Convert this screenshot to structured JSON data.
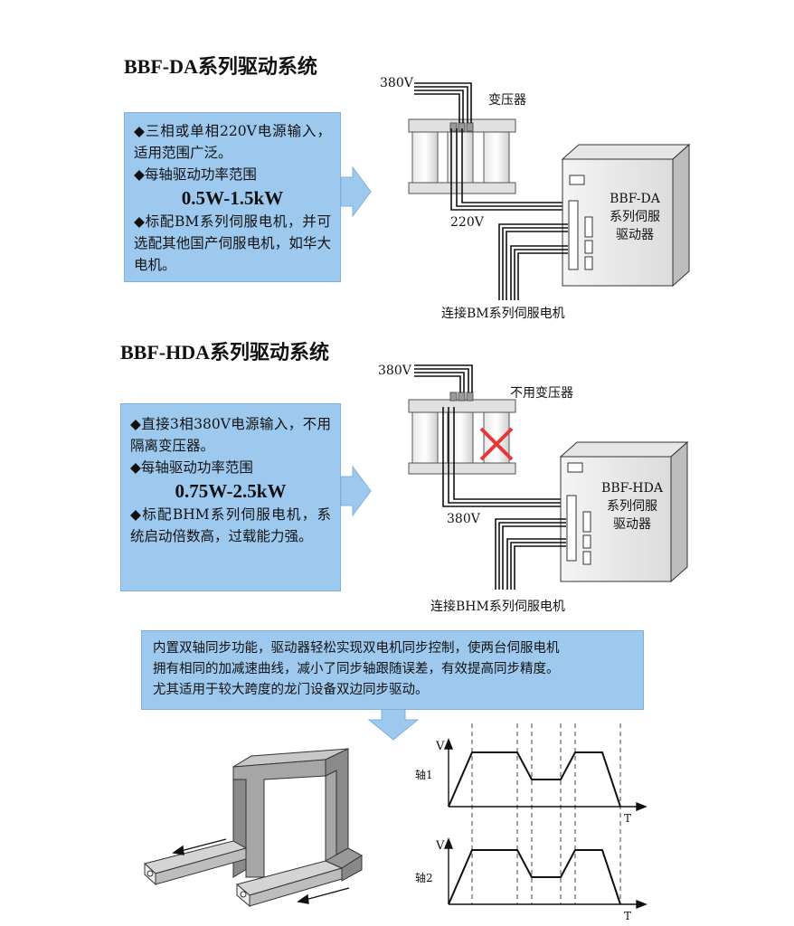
{
  "section1": {
    "title": "BBF-DA系列驱动系统",
    "box": {
      "line1": "◆三相或单相220V电源输入，适用范围广泛。",
      "line2": "◆每轴驱动功率范围",
      "power": "0.5W-1.5kW",
      "line3": "◆标配BM系列伺服电机，并可选配其他国产伺服电机，如华大电机。"
    },
    "input_voltage": "380V",
    "transformer_label": "变压器",
    "output_voltage": "220V",
    "driver_lines": [
      "BBF-DA",
      "系列伺服",
      "驱动器"
    ],
    "motor_label": "连接BM系列伺服电机"
  },
  "section2": {
    "title": "BBF-HDA系列驱动系统",
    "box": {
      "line1": "◆直接3相380V电源输入，不用隔离变压器。",
      "line2": "◆每轴驱动功率范围",
      "power": "0.75W-2.5kW",
      "line3": "◆标配BHM系列伺服电机，系统启动倍数高，过载能力强。"
    },
    "input_voltage": "380V",
    "transformer_label": "不用变压器",
    "output_voltage": "380V",
    "driver_lines": [
      "BBF-HDA",
      "系列伺服",
      "驱动器"
    ],
    "motor_label": "连接BHM系列伺服电机"
  },
  "note": {
    "line1": "内置双轴同步功能，驱动器轻松实现双电机同步控制，使两台伺服电机",
    "line2": "拥有相同的加减速曲线，减小了同步轴跟随误差，有效提高同步精度。",
    "line3": "尤其适用于较大跨度的龙门设备双边同步驱动。"
  },
  "graphs": {
    "axis1_label": "轴1",
    "axis2_label": "轴2",
    "v_label": "V",
    "t_label": "T"
  },
  "colors": {
    "box_fill": "#9dc9ef",
    "cross": "#e53935",
    "gantry": "#a6a6a6"
  }
}
